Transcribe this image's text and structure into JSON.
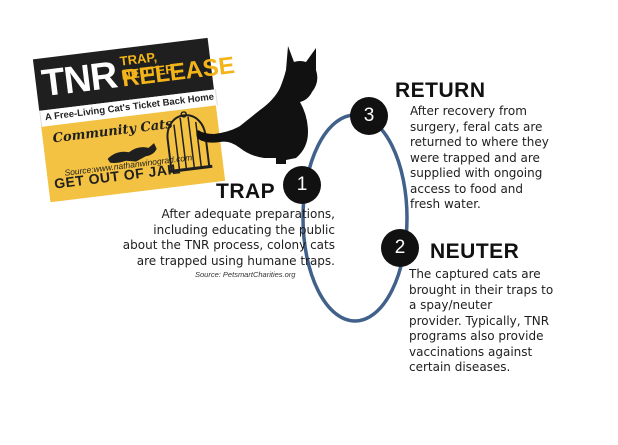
{
  "badge": {
    "logo": "TNR",
    "line1": "TRAP, NEUTER,",
    "line2": "RELEASE",
    "tagline": "A Free-Living Cat's Ticket Back Home",
    "community": "Community Cats",
    "slogan": "GET OUT OF JAIL",
    "source": "Source:www.nathanwinograd.com"
  },
  "steps": [
    {
      "number": "1",
      "title": "TRAP",
      "lines": [
        "After adequate preparations,",
        "including educating the public",
        "about the TNR process, colony cats",
        "are trapped using humane traps."
      ]
    },
    {
      "number": "2",
      "title": "NEUTER",
      "lines": [
        "The captured cats are",
        "brought in their traps to",
        "a spay/neuter",
        "provider.  Typically, TNR",
        "programs also provide",
        "vaccinations against",
        "certain diseases."
      ]
    },
    {
      "number": "3",
      "title": "RETURN",
      "lines": [
        "After recovery from",
        "surgery, feral cats are",
        "returned to where they",
        "were trapped and are",
        "supplied with ongoing",
        "access to food and",
        "fresh water."
      ]
    }
  ],
  "source_note": "Source: PetsmartCharities.org",
  "colors": {
    "cycle": "#41618a",
    "circle": "#111111",
    "badge_dark": "#1f1f1f",
    "badge_yellow": "#f4c243",
    "badge_accent": "#f3b41a"
  },
  "icons": [
    "cat-silhouette-icon",
    "birdcage-icon"
  ]
}
